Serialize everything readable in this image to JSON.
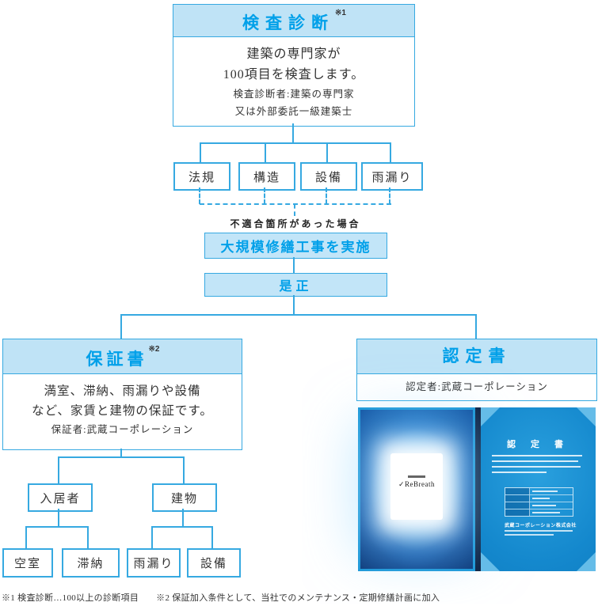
{
  "colors": {
    "accent_blue": "#00a0e9",
    "line_blue": "#36a9e1",
    "header_bg": "#bfe3f6",
    "box_text": "#333333",
    "photo_navy": "#03123a",
    "photo_blue": "#1488cd"
  },
  "flow": {
    "inspection": {
      "title": "検査診断",
      "note_ref": "※1",
      "body_lines": [
        "建築の専門家が",
        "100項目を検査します。"
      ],
      "sub_lines": [
        "検査診断者:建築の専門家",
        "又は外部委託一級建築士"
      ]
    },
    "categories": [
      {
        "label": "法規"
      },
      {
        "label": "構造"
      },
      {
        "label": "設備"
      },
      {
        "label": "雨漏り"
      }
    ],
    "noncompliance_label": "不適合箇所があった場合",
    "repair_label": "大規模修繕工事を実施",
    "correction_label": "是正",
    "warranty": {
      "title": "保証書",
      "note_ref": "※2",
      "body_lines": [
        "満室、滞納、雨漏りや設備",
        "など、家賃と建物の保証です。"
      ],
      "sub_line": "保証者:武蔵コーポレーション",
      "branches": [
        {
          "label": "入居者",
          "children": [
            {
              "label": "空室"
            },
            {
              "label": "滞納"
            }
          ]
        },
        {
          "label": "建物",
          "children": [
            {
              "label": "雨漏り"
            },
            {
              "label": "設備"
            }
          ]
        }
      ]
    },
    "certification": {
      "title": "認定書",
      "sub_line": "認定者:武蔵コーポレーション",
      "photo": {
        "card_check": "✓",
        "card_brand": "ReBreath",
        "certificate_title": "認 定 書",
        "company": "武蔵コーポレーション株式会社"
      }
    },
    "footnotes": [
      "※1 検査診断…100以上の診断項目",
      "※2 保証加入条件として、当社でのメンテナンス・定期修繕計画に加入"
    ]
  }
}
